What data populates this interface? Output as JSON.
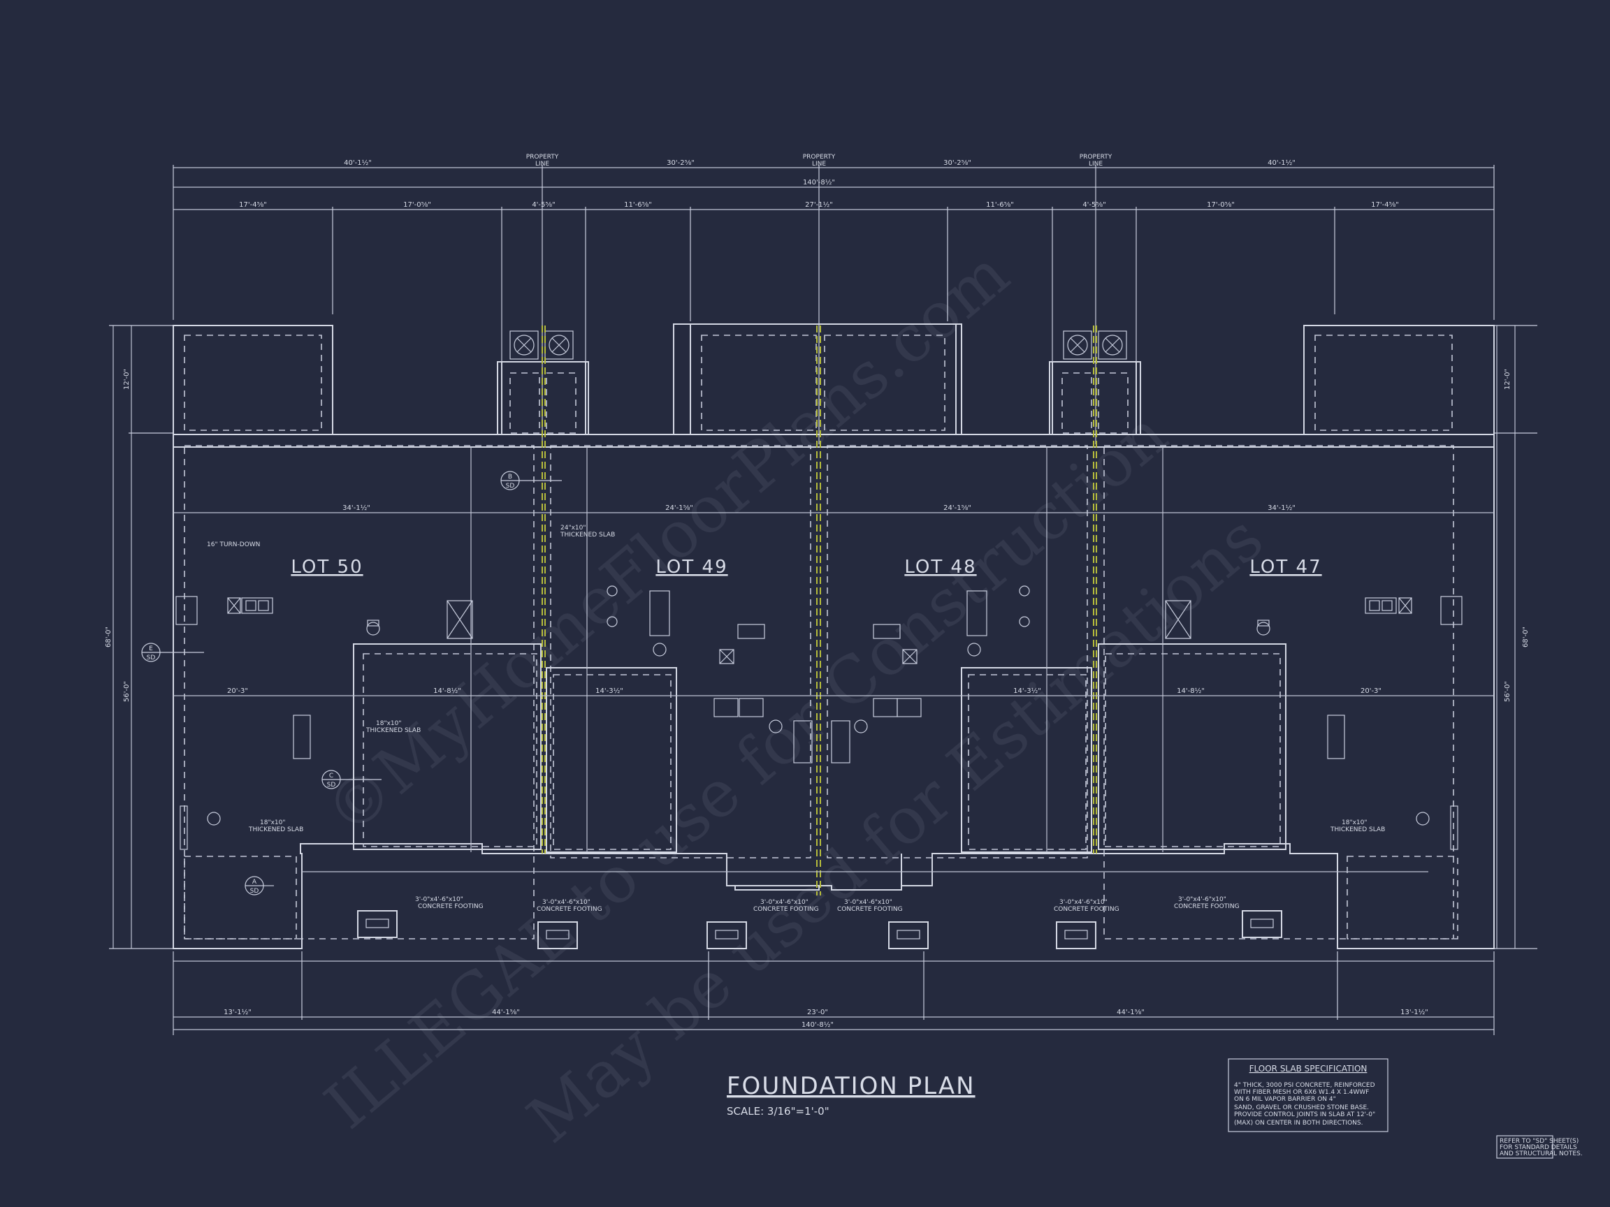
{
  "sheet": {
    "title": "FOUNDATION PLAN",
    "scale": "SCALE: 3/16\"=1'-0\"",
    "lots": [
      "LOT 50",
      "LOT 49",
      "LOT 48",
      "LOT 47"
    ],
    "property_line_label": [
      "PROPERTY",
      "LINE"
    ],
    "spec_title": "FLOOR SLAB SPECIFICATION",
    "spec_lines": [
      "4\" THICK, 3000 PSI CONCRETE, REINFORCED",
      "WITH FIBER MESH OR 6X6 W1.4 X 1.4WWF",
      "ON 6 MIL VAPOR BARRIER ON 4\"",
      "SAND, GRAVEL OR CRUSHED STONE BASE.",
      "PROVIDE CONTROL JOINTS IN SLAB AT 12'-0\"",
      "(MAX) ON CENTER IN BOTH DIRECTIONS."
    ],
    "note_lines": [
      "REFER TO \"SD\" SHEET(S)",
      "FOR STANDARD DETAILS",
      "AND STRUCTURAL NOTES."
    ],
    "watermark": [
      "©MyHomeFloorPlans.com",
      "ILLEGAL to use for Construction",
      "May be used for Estimations"
    ],
    "top_dims_row1": [
      "40'-1½\"",
      "30'-2⅝\"",
      "30'-2⅝\"",
      "40'-1½\""
    ],
    "top_overall": "140'-8½\"",
    "top_dims_row2": [
      "17'-4⅝\"",
      "17'-0⅝\"",
      "4'-5⅝\"",
      "11'-6⅝\"",
      "27'-1½\"",
      "11'-6⅝\"",
      "4'-5⅝\"",
      "17'-0⅝\"",
      "17'-4⅝\""
    ],
    "bottom_dims_row1": [
      "13'-1½\"",
      "44'-1⅝\"",
      "23'-0\"",
      "44'-1⅝\"",
      "13'-1½\""
    ],
    "bottom_overall": "140'-8½\"",
    "side_dims": [
      "68'-0\"",
      "56'-0\"",
      "12'-0\""
    ],
    "mid_dims": [
      "34'-1½\"",
      "24'-1⅝\"",
      "24'-1⅝\"",
      "34'-1½\""
    ],
    "lower_dims": [
      "20'-3\"",
      "14'-8½\"",
      "14'-3½\"",
      "14'-3½\"",
      "14'-8½\"",
      "20'-3\""
    ],
    "footing_label": "3'-0\"x4'-6\"x10\"",
    "footing_sub": "CONCRETE FOOTING",
    "slab_labels": [
      "24\"x10\"",
      "THICKENED SLAB",
      "18\"x10\"",
      "16\" TURN-DOWN"
    ],
    "section_tags": [
      {
        "top": "B",
        "bottom": "SD"
      },
      {
        "top": "E",
        "bottom": "SD"
      },
      {
        "top": "C",
        "bottom": "SD"
      },
      {
        "top": "A",
        "bottom": "SD"
      }
    ],
    "colors": {
      "background": "#252a3e",
      "line": "#d4d8e4",
      "party_wall": "#b7bd3c"
    }
  }
}
